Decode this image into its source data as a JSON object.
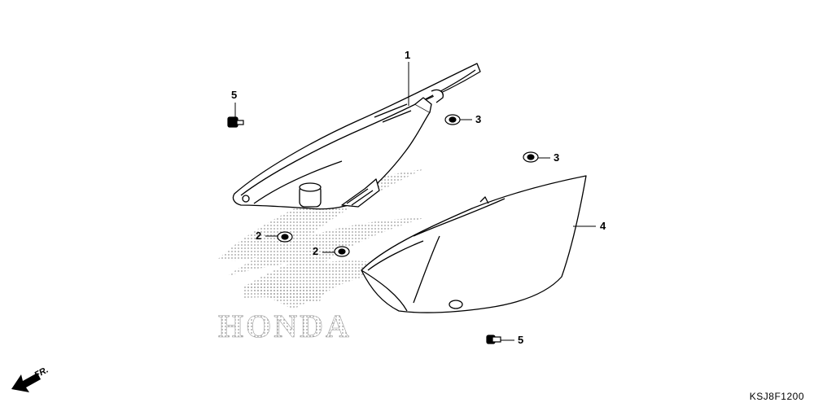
{
  "diagram_code": "KSJ8F1200",
  "front_indicator": "FR.",
  "watermark_brand": "HONDA",
  "callouts": [
    {
      "id": "c1",
      "label": "1"
    },
    {
      "id": "c2a",
      "label": "2"
    },
    {
      "id": "c2b",
      "label": "2"
    },
    {
      "id": "c3a",
      "label": "3"
    },
    {
      "id": "c3b",
      "label": "3"
    },
    {
      "id": "c4",
      "label": "4"
    },
    {
      "id": "c5a",
      "label": "5"
    },
    {
      "id": "c5b",
      "label": "5"
    }
  ],
  "colors": {
    "line": "#000000",
    "watermark": "#9a9a9a",
    "background": "#ffffff"
  }
}
